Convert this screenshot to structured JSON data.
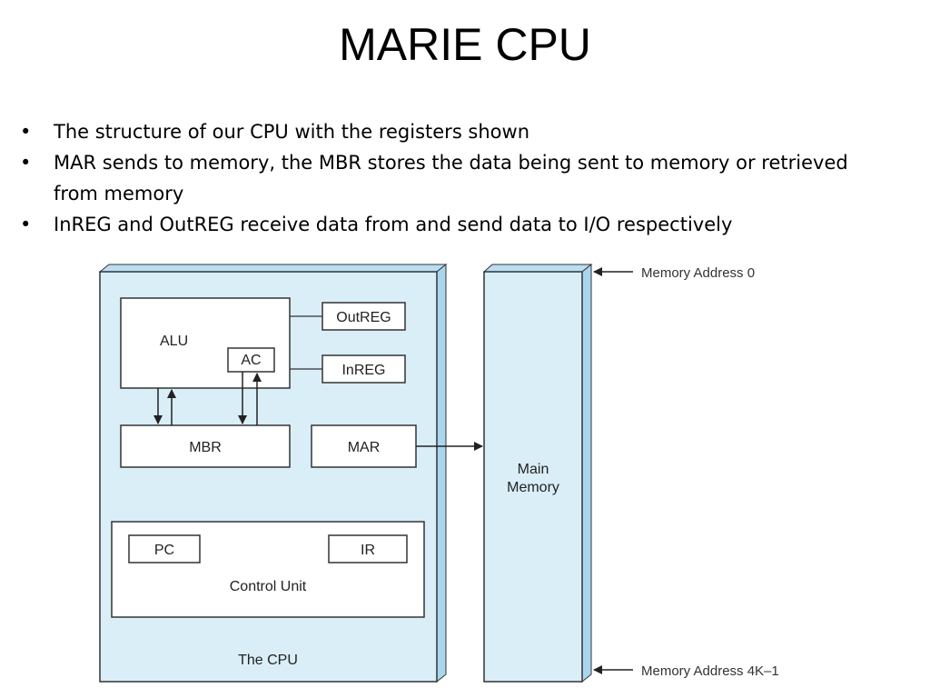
{
  "slide": {
    "title": "MARIE CPU",
    "bullets": [
      "The structure of our CPU with the registers shown",
      "MAR sends to memory, the MBR stores the data being sent to memory or retrieved from memory",
      "InREG and OutREG receive data from and send data to I/O respectively"
    ]
  },
  "diagram": {
    "cpu_label": "The CPU",
    "alu": "ALU",
    "ac": "AC",
    "outreg": "OutREG",
    "inreg": "InREG",
    "mbr": "MBR",
    "mar": "MAR",
    "pc": "PC",
    "ir": "IR",
    "control_unit": "Control Unit",
    "main_memory_line1": "Main",
    "main_memory_line2": "Memory",
    "mem_addr_top": "Memory Address 0",
    "mem_addr_bottom": "Memory Address 4K–1",
    "colors": {
      "panel_fill": "#daeef8",
      "panel_side": "#a9d6ee",
      "panel_stroke": "#333333"
    }
  }
}
